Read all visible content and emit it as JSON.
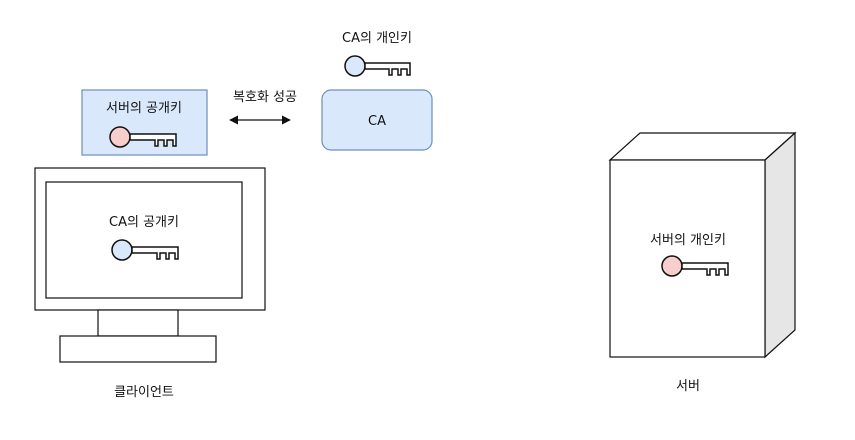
{
  "labels": {
    "ca_private_key": "CA의 개인키",
    "decrypt_success": "복호화 성공",
    "server_public_key": "서버의 공개키",
    "ca_box": "CA",
    "ca_public_key": "CA의 공개키",
    "client": "클라이언트",
    "server_private_key": "서버의 개인키",
    "server": "서버"
  },
  "colors": {
    "blue_key_fill": "#dae8fc",
    "blue_key_stroke": "#6c8ebf",
    "red_key_fill": "#f8cecc",
    "red_key_stroke": "#b85450",
    "box_blue_fill": "#dae8fc",
    "server_side": "#e6e6e6"
  }
}
